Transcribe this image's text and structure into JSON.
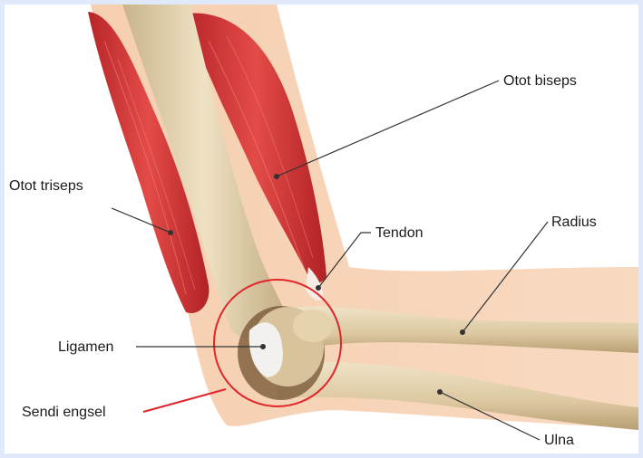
{
  "labels": {
    "biceps": "Otot biseps",
    "triceps": "Otot triseps",
    "tendon": "Tendon",
    "radius": "Radius",
    "ligament": "Ligamen",
    "hinge_joint": "Sendi engsel",
    "ulna": "Ulna"
  },
  "colors": {
    "background_border": "#dfe9f9",
    "skin": "#f2c09a",
    "bone": "#e7d6b3",
    "muscle": "#d8363a",
    "highlight_circle": "#e0262b",
    "leader_line": "#333333"
  }
}
